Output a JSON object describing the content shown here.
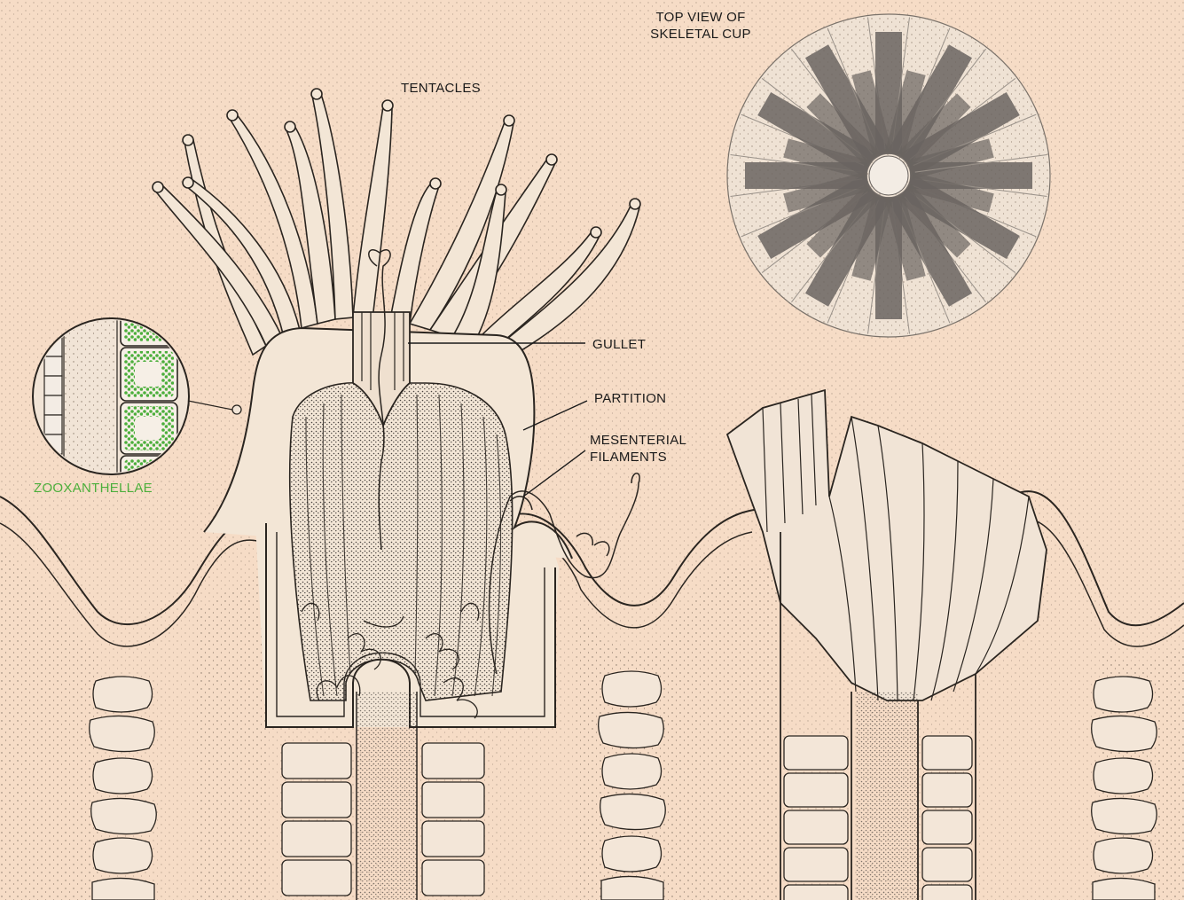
{
  "labels": {
    "top_view": "TOP VIEW OF\nSKELETAL CUP",
    "tentacles": "TENTACLES",
    "gullet": "GULLET",
    "partition": "PARTITION",
    "mesenterial": "MESENTERIAL\nFILAMENTS",
    "zooxanthellae": "ZOOXANTHELLAE"
  },
  "colors": {
    "background": "#f6dcc6",
    "tissue": "#f3e0cc",
    "ink": "#2a2520",
    "septa_dark": "#6a6460",
    "zooxanthellae": "#4caf3c"
  }
}
